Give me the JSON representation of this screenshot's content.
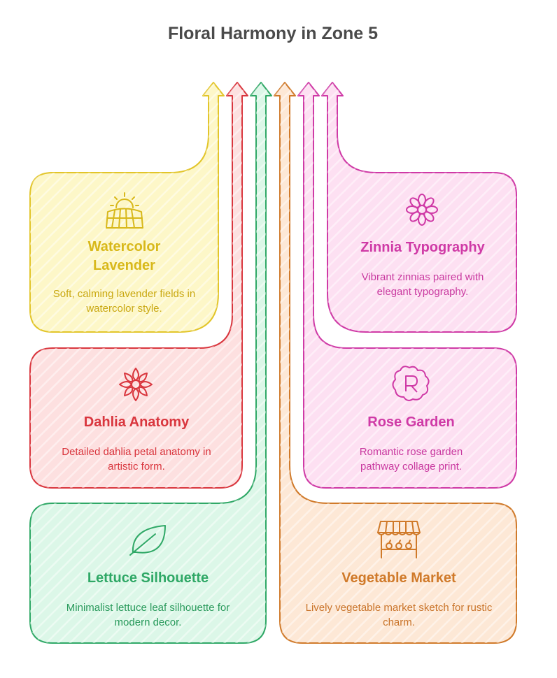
{
  "title": "Floral Harmony in Zone 5",
  "cards": [
    {
      "title": "Watercolor Lavender",
      "desc": "Soft, calming lavender fields in watercolor style.",
      "color": "#e2c52a",
      "fill": "#fdf7c8",
      "icon": "field-sun-icon"
    },
    {
      "title": "Dahlia Anatomy",
      "desc": "Detailed dahlia petal anatomy in artistic form.",
      "color": "#d9363e",
      "fill": "#fde0e0",
      "icon": "dahlia-flower-icon"
    },
    {
      "title": "Lettuce Silhouette",
      "desc": "Minimalist lettuce leaf silhouette for modern decor.",
      "color": "#2fa866",
      "fill": "#dcf7e8",
      "icon": "leaf-icon"
    },
    {
      "title": "Zinnia Typography",
      "desc": "Vibrant zinnias paired with elegant typography.",
      "color": "#cf3aa6",
      "fill": "#fde0f2",
      "icon": "zinnia-flower-icon"
    },
    {
      "title": "Rose Garden",
      "desc": "Romantic rose garden pathway collage print.",
      "color": "#cf3aa6",
      "fill": "#fde0f2",
      "icon": "rose-r-icon"
    },
    {
      "title": "Vegetable Market",
      "desc": "Lively vegetable market sketch for rustic charm.",
      "color": "#d07a2a",
      "fill": "#fde8d6",
      "icon": "market-stall-icon"
    }
  ]
}
